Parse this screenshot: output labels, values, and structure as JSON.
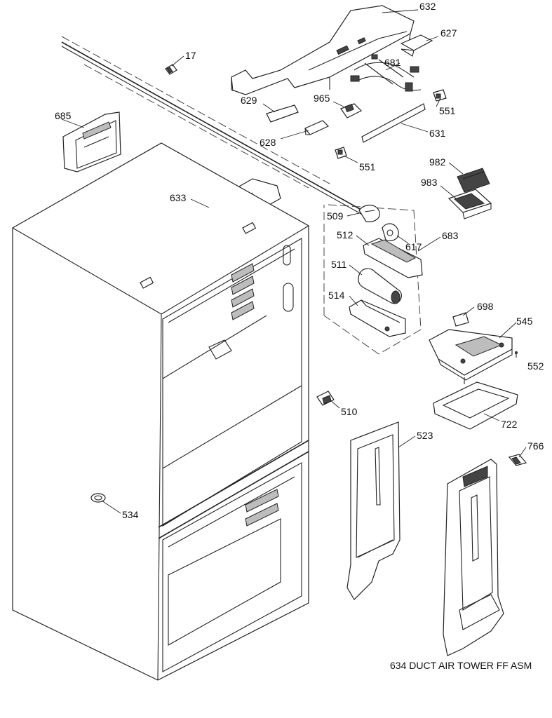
{
  "labels": {
    "p632": "632",
    "p627": "627",
    "p17": "17",
    "p681": "681",
    "p629": "629",
    "p965": "965",
    "p551a": "551",
    "p685": "685",
    "p631": "631",
    "p628": "628",
    "p551b": "551",
    "p982": "982",
    "p983": "983",
    "p633": "633",
    "p509": "509",
    "p683": "683",
    "p512": "512",
    "p617": "617",
    "p511": "511",
    "p514": "514",
    "p698": "698",
    "p545": "545",
    "p552": "552",
    "p510": "510",
    "p722": "722",
    "p523": "523",
    "p766": "766",
    "p534": "534"
  },
  "caption": "634 DUCT AIR TOWER FF ASM"
}
